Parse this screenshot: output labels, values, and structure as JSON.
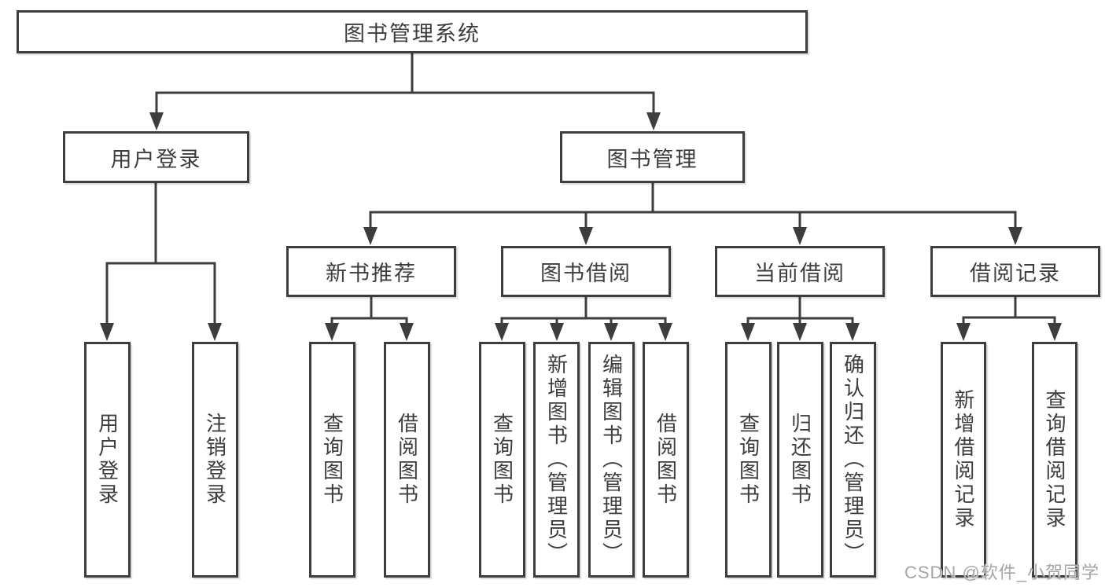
{
  "diagram": {
    "root": {
      "label": "图书管理系统"
    },
    "level2": [
      {
        "label": "用户登录"
      },
      {
        "label": "图书管理"
      }
    ],
    "level3": [
      {
        "label": "新书推荐"
      },
      {
        "label": "图书借阅"
      },
      {
        "label": "当前借阅"
      },
      {
        "label": "借阅记录"
      }
    ],
    "leaves": {
      "user_login": [
        "用户登录",
        "注销登录"
      ],
      "new_book": [
        "查询图书",
        "借阅图书"
      ],
      "book_borrow": [
        "查询图书",
        "新增图书（管理员）",
        "编辑图书（管理员）",
        "借阅图书"
      ],
      "current_borrow": [
        "查询图书",
        "归还图书",
        "确认归还（管理员）"
      ],
      "borrow_records": [
        "新增借阅记录",
        "查询借阅记录"
      ]
    },
    "watermark": "CSDN @软件_小贺同学",
    "colors": {
      "line": "#3d3d3d",
      "text": "#3d3d3d",
      "box_background": "#ffffff",
      "watermark": "#a5a5a5"
    }
  }
}
